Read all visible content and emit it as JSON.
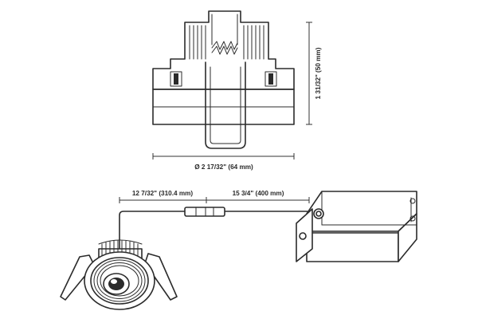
{
  "dimensions": {
    "height": "1 31/32\" (50 mm)",
    "diameter": "Ø 2 17/32\" (64 mm)",
    "cable_fixture": "12 7/32\" (310.4 mm)",
    "cable_driver": "15 3/4\" (400 mm)"
  }
}
